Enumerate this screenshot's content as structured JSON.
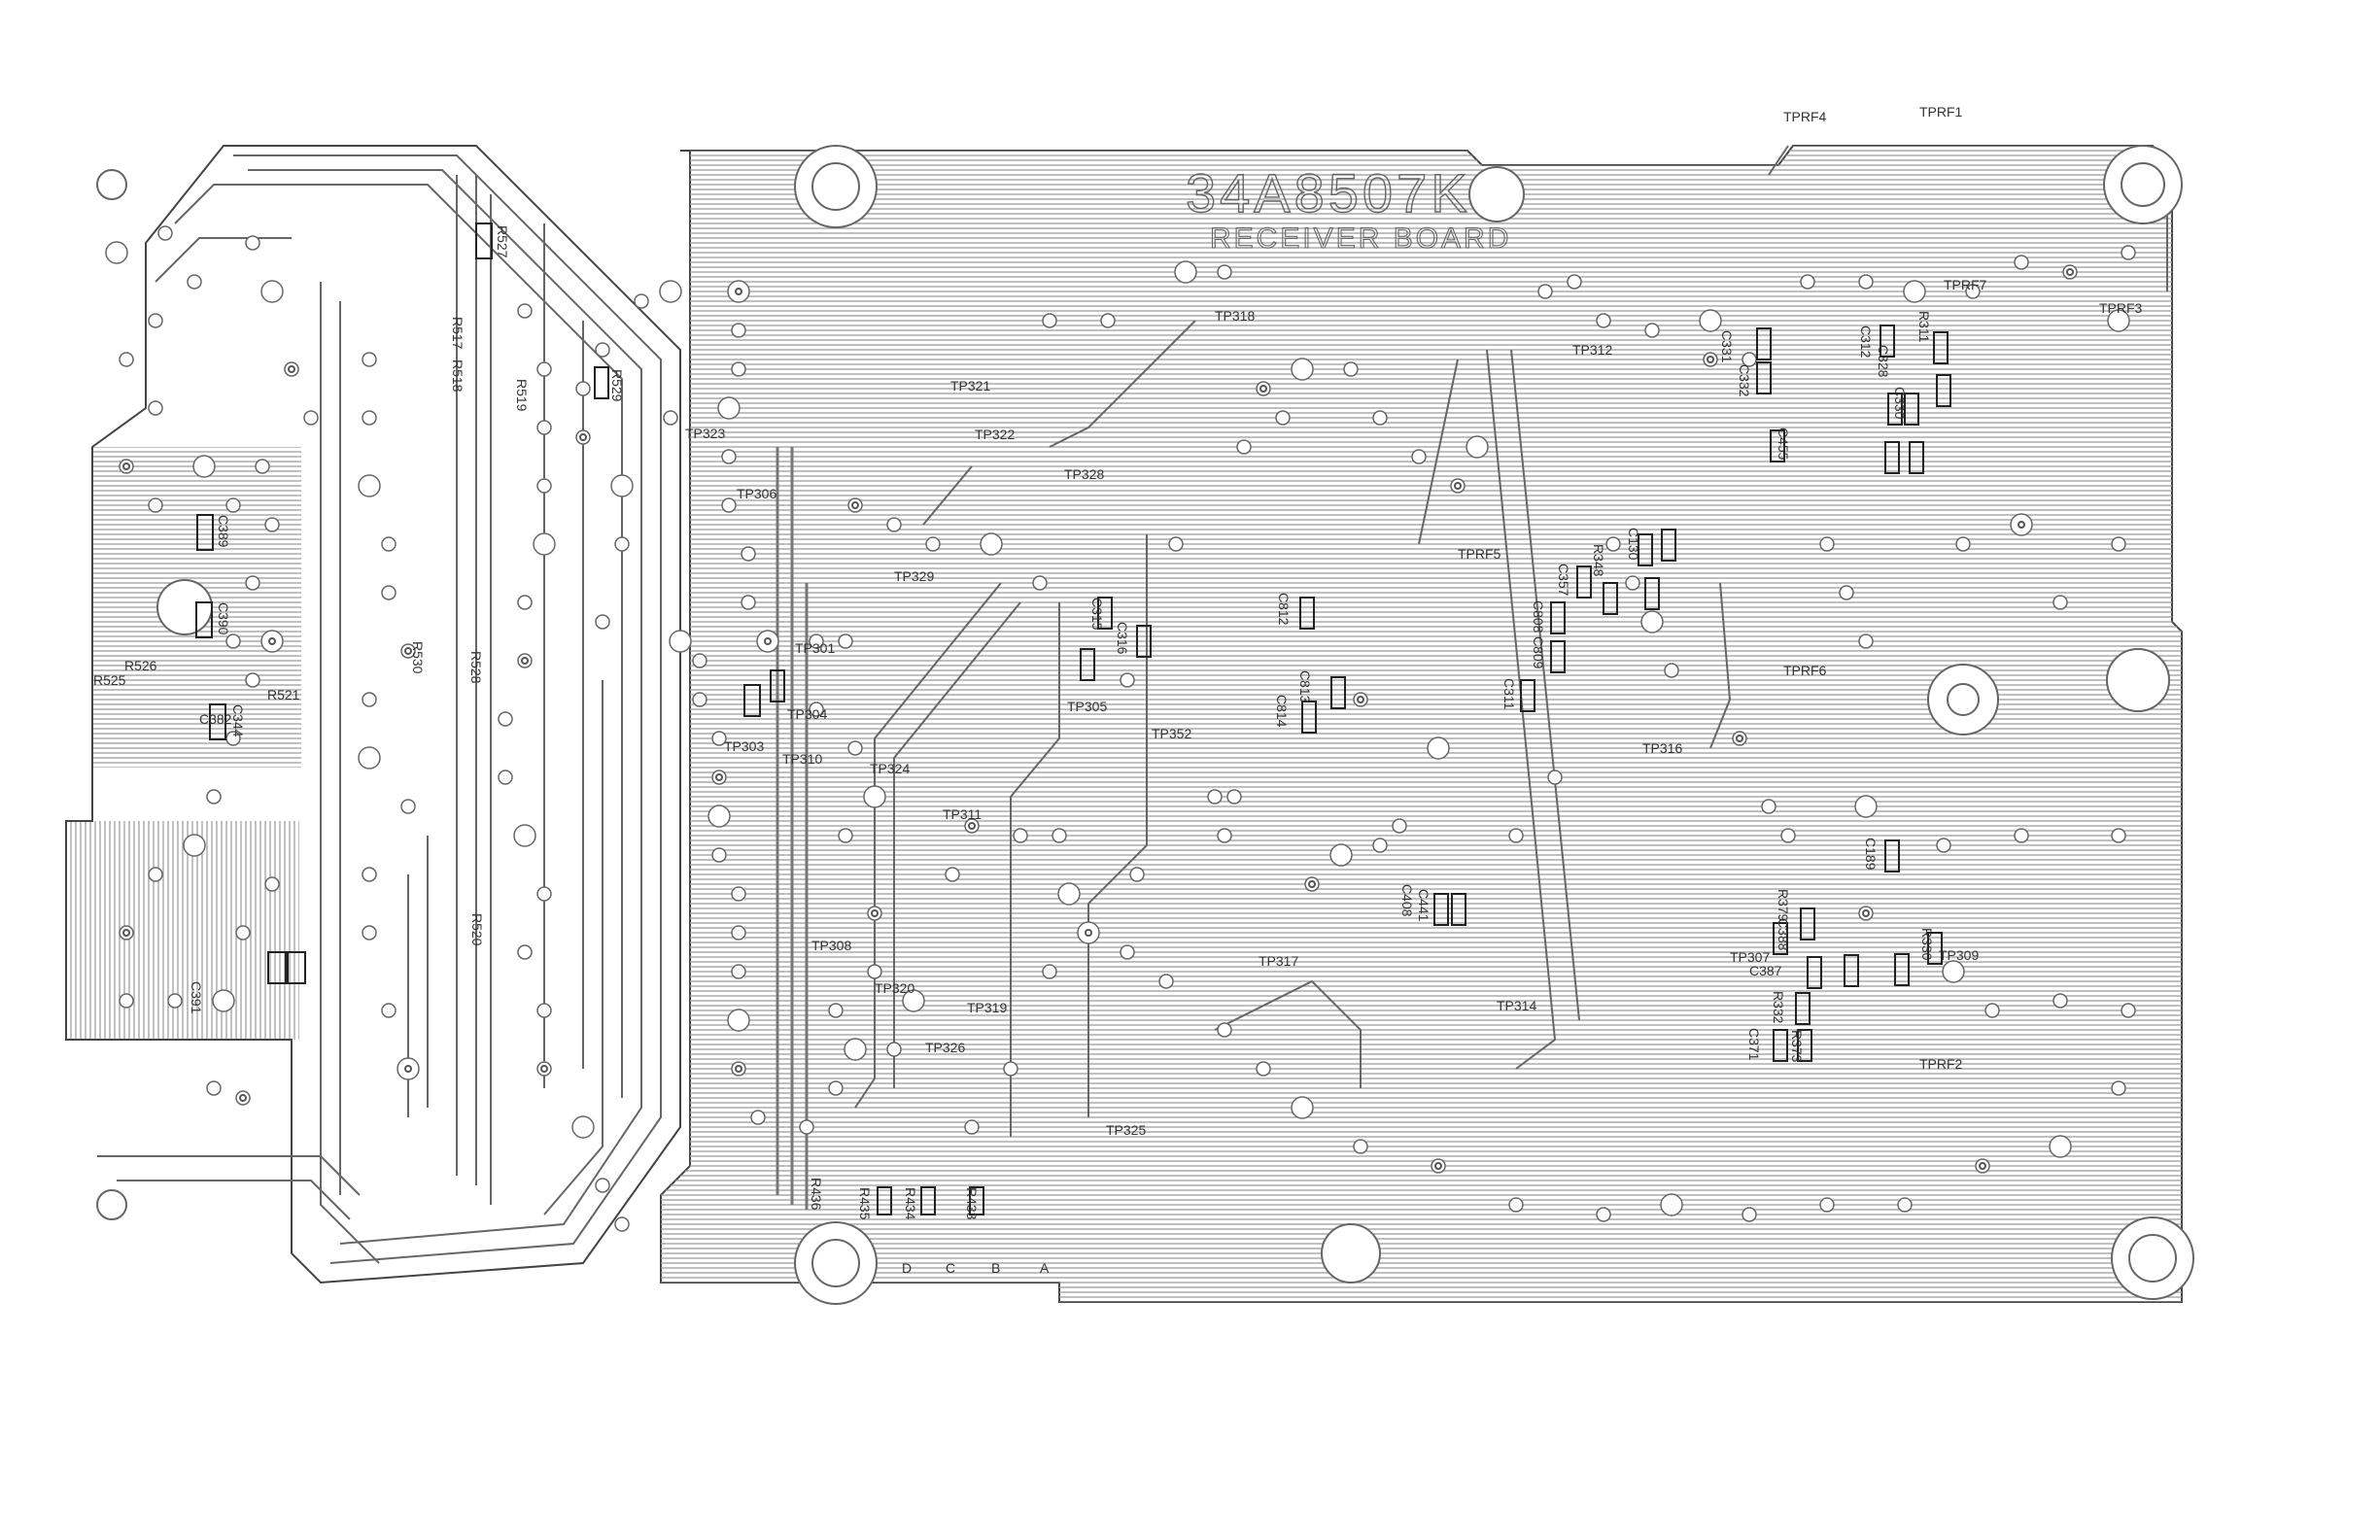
{
  "board": {
    "part_number": "34A8507K",
    "name": "RECEIVER BOARD"
  },
  "test_points": [
    {
      "label": "TPRF4"
    },
    {
      "label": "TPRF1"
    },
    {
      "label": "TPRF7"
    },
    {
      "label": "TPRF3"
    },
    {
      "label": "TPRF5"
    },
    {
      "label": "TPRF6"
    },
    {
      "label": "TPRF2"
    },
    {
      "label": "TP318"
    },
    {
      "label": "TP312"
    },
    {
      "label": "TP321"
    },
    {
      "label": "TP322"
    },
    {
      "label": "TP323"
    },
    {
      "label": "TP306"
    },
    {
      "label": "TP328"
    },
    {
      "label": "TP329"
    },
    {
      "label": "TP301"
    },
    {
      "label": "TP304"
    },
    {
      "label": "TP305"
    },
    {
      "label": "TP303"
    },
    {
      "label": "TP310"
    },
    {
      "label": "TP324"
    },
    {
      "label": "TP311"
    },
    {
      "label": "TP308"
    },
    {
      "label": "TP320"
    },
    {
      "label": "TP319"
    },
    {
      "label": "TP326"
    },
    {
      "label": "TP325"
    },
    {
      "label": "TP317"
    },
    {
      "label": "TP314"
    },
    {
      "label": "TP316"
    },
    {
      "label": "TP307"
    },
    {
      "label": "TP309"
    },
    {
      "label": "TP352"
    }
  ],
  "components": [
    {
      "ref": "R527"
    },
    {
      "ref": "R517"
    },
    {
      "ref": "R518"
    },
    {
      "ref": "R519"
    },
    {
      "ref": "R529"
    },
    {
      "ref": "R530"
    },
    {
      "ref": "R528"
    },
    {
      "ref": "R526"
    },
    {
      "ref": "R525"
    },
    {
      "ref": "R521"
    },
    {
      "ref": "R520"
    },
    {
      "ref": "C389"
    },
    {
      "ref": "C390"
    },
    {
      "ref": "C391"
    },
    {
      "ref": "C344"
    },
    {
      "ref": "C382"
    },
    {
      "ref": "C315"
    },
    {
      "ref": "C316"
    },
    {
      "ref": "C812"
    },
    {
      "ref": "C813"
    },
    {
      "ref": "C814"
    },
    {
      "ref": "C408"
    },
    {
      "ref": "C441"
    },
    {
      "ref": "C311"
    },
    {
      "ref": "C808"
    },
    {
      "ref": "C809"
    },
    {
      "ref": "C357"
    },
    {
      "ref": "R348"
    },
    {
      "ref": "C130"
    },
    {
      "ref": "C331"
    },
    {
      "ref": "C332"
    },
    {
      "ref": "R311"
    },
    {
      "ref": "C312"
    },
    {
      "ref": "C328"
    },
    {
      "ref": "C330"
    },
    {
      "ref": "C455"
    },
    {
      "ref": "C189"
    },
    {
      "ref": "R379"
    },
    {
      "ref": "C388"
    },
    {
      "ref": "C387"
    },
    {
      "ref": "R332"
    },
    {
      "ref": "C371"
    },
    {
      "ref": "R373"
    },
    {
      "ref": "R330"
    },
    {
      "ref": "R433"
    },
    {
      "ref": "R434"
    },
    {
      "ref": "R435"
    },
    {
      "ref": "R436"
    }
  ],
  "connector_pins": [
    {
      "label": "D"
    },
    {
      "label": "C"
    },
    {
      "label": "B"
    },
    {
      "label": "A"
    }
  ]
}
